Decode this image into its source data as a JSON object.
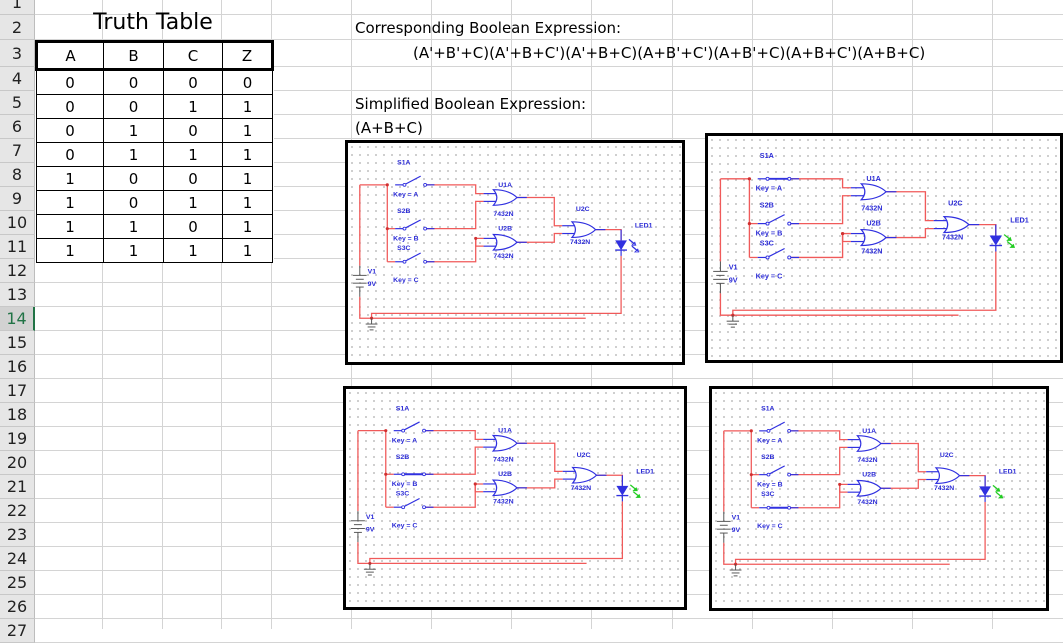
{
  "sheet": {
    "row_numbers": [
      "1",
      "2",
      "3",
      "4",
      "5",
      "6",
      "7",
      "8",
      "9",
      "10",
      "11",
      "12",
      "13",
      "14",
      "15",
      "16",
      "17",
      "18",
      "19",
      "20",
      "21",
      "22",
      "23",
      "24",
      "25",
      "26",
      "27"
    ],
    "selected_row": "14"
  },
  "truth_table": {
    "title": "Truth Table",
    "headers": [
      "A",
      "B",
      "C",
      "Z"
    ],
    "rows": [
      [
        "0",
        "0",
        "0",
        "0"
      ],
      [
        "0",
        "0",
        "1",
        "1"
      ],
      [
        "0",
        "1",
        "0",
        "1"
      ],
      [
        "0",
        "1",
        "1",
        "1"
      ],
      [
        "1",
        "0",
        "0",
        "1"
      ],
      [
        "1",
        "0",
        "1",
        "1"
      ],
      [
        "1",
        "1",
        "0",
        "1"
      ],
      [
        "1",
        "1",
        "1",
        "1"
      ]
    ]
  },
  "expressions": {
    "corresponding_label": "Corresponding Boolean Expression:",
    "corresponding_value": "(A'+B'+C)(A'+B+C')(A'+B+C)(A+B'+C')(A+B'+C)(A+B+C')(A+B+C)",
    "simplified_label": "Simplified Boolean Expression:",
    "simplified_value": "(A+B+C)"
  },
  "circuits": {
    "labels": {
      "s1": "S1A",
      "s2": "S2B",
      "s3": "S3C",
      "key_a": "Key = A",
      "key_b": "Key = B",
      "key_c": "Key = C",
      "u1": "U1A",
      "u2": "U2B",
      "u3": "U2C",
      "chip": "7432N",
      "led": "LED1",
      "v_name": "V1",
      "v_value": "9V"
    },
    "panels": [
      {
        "name": "circuit-all-open",
        "switches_closed": [
          false,
          false,
          false
        ],
        "led_on": false
      },
      {
        "name": "circuit-a-closed",
        "switches_closed": [
          true,
          false,
          false
        ],
        "led_on": true
      },
      {
        "name": "circuit-b-closed",
        "switches_closed": [
          false,
          true,
          false
        ],
        "led_on": true
      },
      {
        "name": "circuit-c-closed",
        "switches_closed": [
          false,
          false,
          true
        ],
        "led_on": true
      }
    ],
    "colors": {
      "wire": "#f05a5a",
      "component": "#3030e0",
      "led_on": "#22cc22",
      "led_off": "#3030e0"
    }
  }
}
